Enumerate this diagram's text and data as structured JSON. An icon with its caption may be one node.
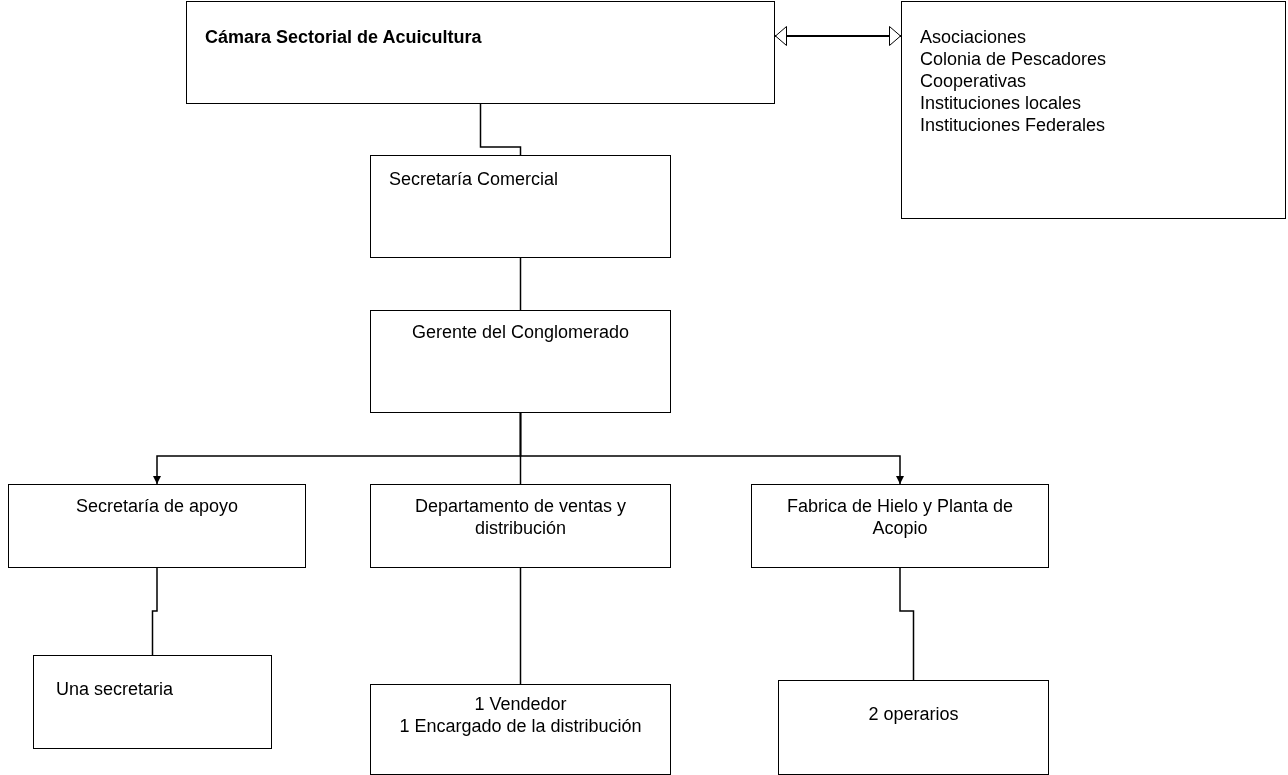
{
  "diagram": {
    "nodes": [
      {
        "text": [
          "Cámara Sectorial de Acuicultura"
        ]
      },
      {
        "text": [
          "Asociaciones",
          "Colonia de Pescadores",
          "Cooperativas",
          "Instituciones locales",
          "Instituciones Federales"
        ]
      },
      {
        "text": [
          "Secretaría Comercial"
        ]
      },
      {
        "text": [
          "Gerente del Conglomerado"
        ]
      },
      {
        "text": [
          "Secretaría de apoyo"
        ]
      },
      {
        "text": [
          "Departamento de ventas y distribución"
        ]
      },
      {
        "text": [
          "Fabrica de Hielo y Planta de Acopio"
        ]
      },
      {
        "text": [
          "Una secretaria"
        ]
      },
      {
        "text": [
          "1 Vendedor",
          "1 Encargado de la distribución"
        ]
      },
      {
        "text": [
          "2 operarios"
        ]
      }
    ],
    "edges": [
      {
        "from": 0,
        "to": 1,
        "arrow": "both"
      },
      {
        "from": 0,
        "to": 2,
        "arrow": "none"
      },
      {
        "from": 2,
        "to": 3,
        "arrow": "none"
      },
      {
        "from": 3,
        "to": 4,
        "arrow": "to"
      },
      {
        "from": 3,
        "to": 5,
        "arrow": "none"
      },
      {
        "from": 3,
        "to": 6,
        "arrow": "to"
      },
      {
        "from": 4,
        "to": 7,
        "arrow": "none"
      },
      {
        "from": 5,
        "to": 8,
        "arrow": "none"
      },
      {
        "from": 6,
        "to": 9,
        "arrow": "none"
      }
    ]
  }
}
